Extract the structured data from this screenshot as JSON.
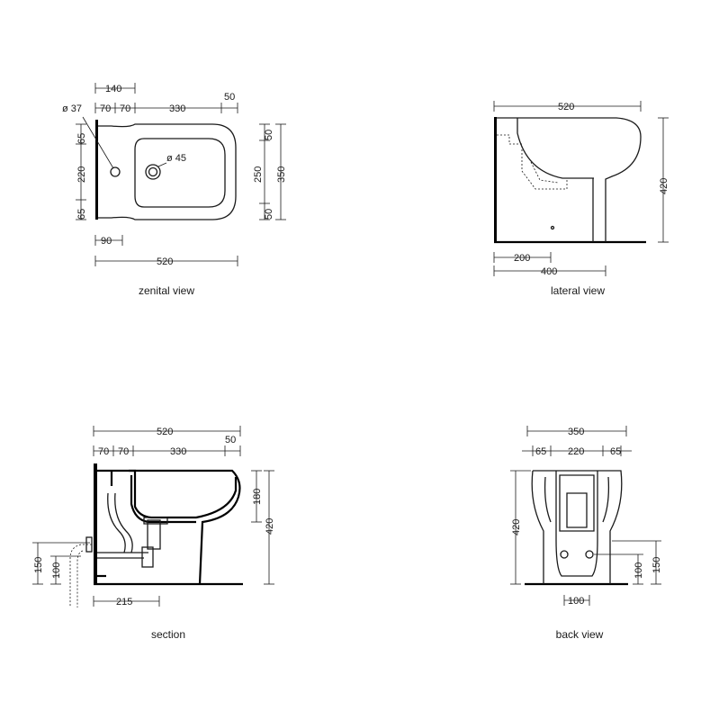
{
  "views": {
    "zenital": {
      "caption": "zenital view",
      "dims": {
        "d140": "140",
        "d70a": "70",
        "d70b": "70",
        "d330": "330",
        "d50": "50",
        "dia37": "ø 37",
        "dia45": "ø 45",
        "d65a": "65",
        "d220": "220",
        "d65b": "65",
        "d50a": "50",
        "d250": "250",
        "d50b": "50",
        "d350": "350",
        "d90": "90",
        "d520": "520"
      }
    },
    "lateral": {
      "caption": "lateral view",
      "dims": {
        "d520": "520",
        "d420": "420",
        "d200": "200",
        "d400": "400"
      }
    },
    "section": {
      "caption": "section",
      "dims": {
        "d520": "520",
        "d70a": "70",
        "d70b": "70",
        "d330": "330",
        "d50": "50",
        "d180": "180",
        "d420": "420",
        "d150": "150",
        "d100": "100",
        "d215": "215"
      }
    },
    "back": {
      "caption": "back view",
      "dims": {
        "d350": "350",
        "d65a": "65",
        "d220": "220",
        "d65b": "65",
        "d420": "420",
        "d100l": "100",
        "d150": "150",
        "d100b": "100"
      }
    }
  }
}
